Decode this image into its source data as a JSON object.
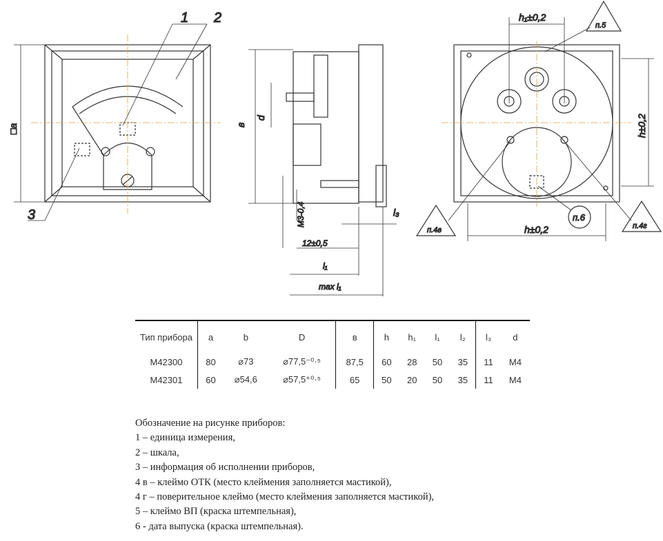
{
  "drawing": {
    "callouts": [
      "1",
      "2",
      "3"
    ],
    "front_dim_a": "□a",
    "side_dims": {
      "b": "в",
      "d": "d",
      "thread": "М3-0,4",
      "dist": "12±0,5",
      "l1": "l₁",
      "max_l1": "max l₁",
      "l3": "l₃"
    },
    "rear_dims": {
      "h1": "h₁±0,2",
      "h_vert": "h±0,2",
      "h_horiz": "h±0,2"
    },
    "rear_marks": [
      "п.5",
      "п.4в",
      "п.6",
      "п.4г"
    ]
  },
  "table": {
    "headers": [
      "Тип прибора",
      "а",
      "b",
      "D",
      "в",
      "h",
      "h₁",
      "l₁",
      "l₂",
      "l₃",
      "d"
    ],
    "rows": [
      [
        "М42300",
        "80",
        "⌀73",
        "⌀77,5⁻⁰·⁵",
        "87,5",
        "60",
        "28",
        "50",
        "35",
        "11",
        "М4"
      ],
      [
        "М42301",
        "60",
        "⌀54,6",
        "⌀57,5⁺⁰·⁵",
        "65",
        "50",
        "20",
        "50",
        "35",
        "11",
        "М4"
      ]
    ]
  },
  "notes": {
    "title": "Обозначение на рисунке приборов:",
    "items": [
      "1 – единица измерения,",
      "2 – шкала,",
      "3 – информация об исполнении приборов,",
      "4 в – клеймо ОТК (место клеймения заполняется мастикой),",
      "4 г – поверительное клеймо (место клеймения заполняется мастикой),",
      "5 – клеймо ВП (краска штемпельная),",
      "6 - дата выпуска (краска штемпельная)."
    ]
  }
}
